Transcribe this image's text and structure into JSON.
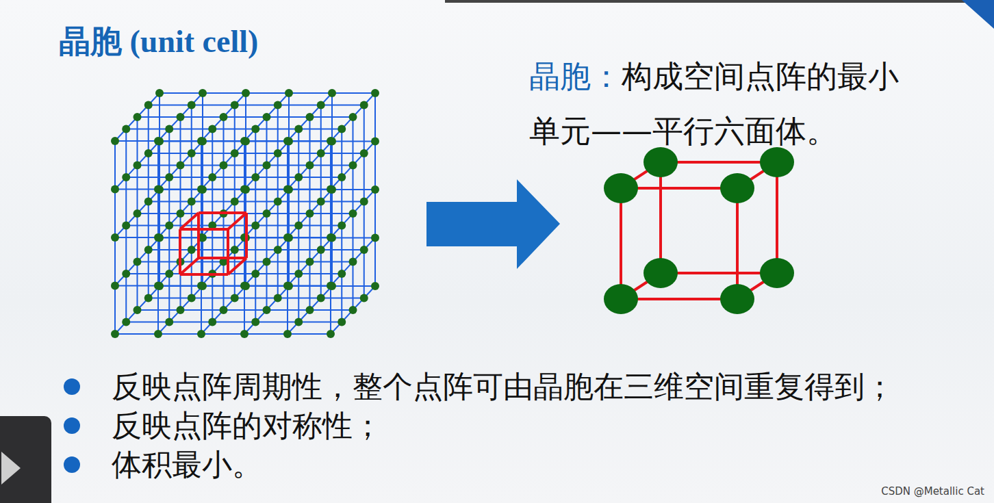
{
  "diagram": {
    "title": "晶胞 (unit cell)",
    "labels": [
      "晶胞：",
      "构成空间点阵的最小单元——平行六面体。",
      "反映点阵周期性，整个点阵可由晶胞在三维空间重复得到；",
      "反映点阵的对称性；",
      "体积最小。",
      "CSDN @Metallic Cat"
    ]
  }
}
